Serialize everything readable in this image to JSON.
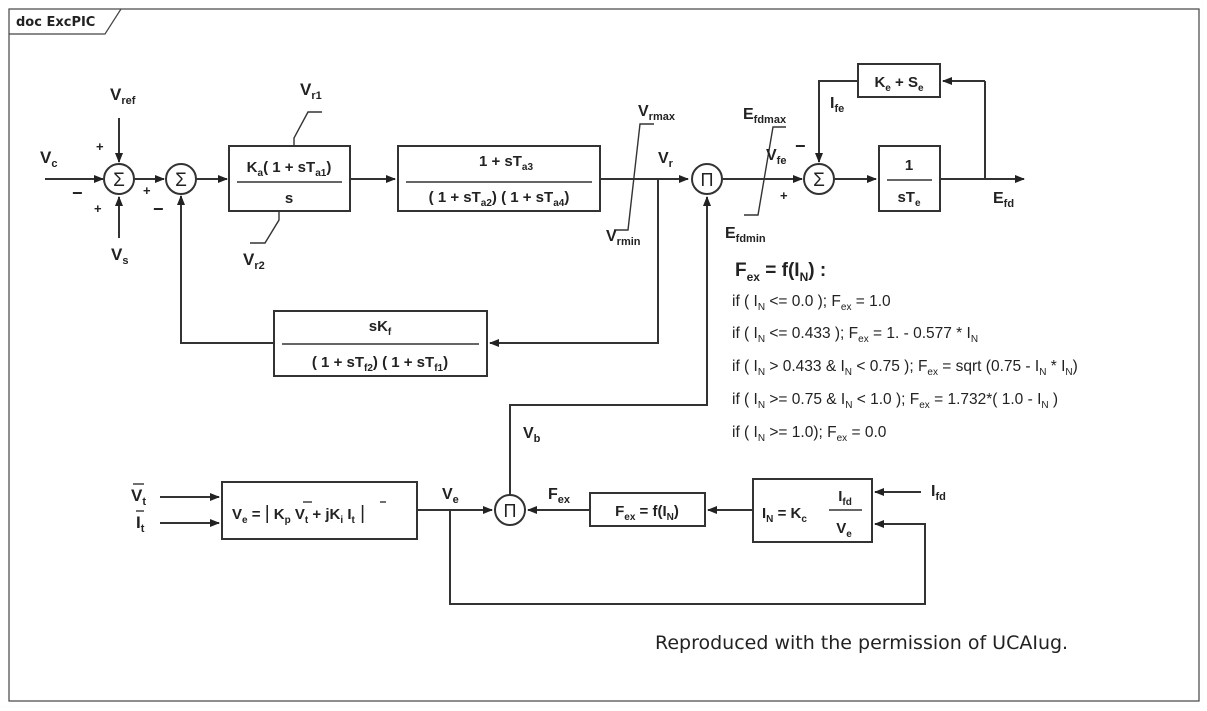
{
  "frame": {
    "title": "doc ExcPIC"
  },
  "labels": {
    "vc": "V",
    "vc_sub": "c",
    "vref": "V",
    "vref_sub": "ref",
    "vs": "V",
    "vs_sub": "s",
    "vr1": "V",
    "vr1_sub": "r1",
    "vr2": "V",
    "vr2_sub": "r2",
    "vrmax": "V",
    "vrmax_sub": "rmax",
    "vrmin": "V",
    "vrmin_sub": "rmin",
    "vr": "V",
    "vr_sub": "r",
    "efdmax": "E",
    "efdmax_sub": "fdmax",
    "efdmin": "E",
    "efdmin_sub": "fdmin",
    "vfe": "V",
    "vfe_sub": "fe",
    "ife": "I",
    "ife_sub": "fe",
    "efd": "E",
    "efd_sub": "fd",
    "vb": "V",
    "vb_sub": "b",
    "ve": "V",
    "ve_sub": "e",
    "fex": "F",
    "fex_sub": "ex",
    "ifd": "I",
    "ifd_sub": "fd",
    "vt": "V",
    "vt_sub": "t",
    "it": "I",
    "it_sub": "t"
  },
  "signs": {
    "plus": "+",
    "minus": "−"
  },
  "symbols": {
    "sum": "Σ",
    "product": "Π"
  },
  "blocks": {
    "ka": {
      "n1": "K",
      "n1_sub": "a",
      "n2": "( 1 + sT",
      "n2_sub": "a1",
      "n3": ")",
      "den": "s"
    },
    "lead": {
      "n1": "1 + sT",
      "n1_sub": "a3",
      "d1": "( 1 + sT",
      "d1_sub": "a2",
      "d2": ") ( 1 + sT",
      "d2_sub": "a4",
      "d3": ")"
    },
    "kese": {
      "t1": "K",
      "t1_sub": "e",
      "t2": " + S",
      "t2_sub": "e"
    },
    "te": {
      "num": "1",
      "d1": "sT",
      "d1_sub": "e"
    },
    "kf": {
      "n1": "sK",
      "n1_sub": "f",
      "d1": "( 1 + sT",
      "d1_sub": "f2",
      "d2": ") ( 1 + sT",
      "d2_sub": "f1",
      "d3": ")"
    },
    "ve_eq": {
      "t1": "V",
      "t1_sub": "e",
      "t2": " =  ",
      "bar1": "|",
      "t3": " K",
      "t3_sub": "p",
      "t4": " V",
      "t4_sub": "t",
      "t5": " +  jK",
      "t5_sub": "i",
      "t6": " I",
      "t6_sub": "t",
      "bar2": " |"
    },
    "fex_fn": {
      "t1": "F",
      "t1_sub": "ex",
      "t2": " = f(I",
      "t2_sub": "N",
      "t3": ")"
    },
    "in_eq": {
      "t1": "I",
      "t1_sub": "N",
      "t2": " = K",
      "t2_sub": "c",
      "num": "I",
      "num_sub": "fd",
      "den": "V",
      "den_sub": "e"
    }
  },
  "fex_title": {
    "t1": "F",
    "t1_sub": "ex",
    "t2": " = f(I",
    "t2_sub": "N",
    "t3": ") :"
  },
  "fex_rules": [
    {
      "a": "if  ( I",
      "a_sub": "N",
      "b": " <= 0.0 ); F",
      "b_sub": "ex",
      "c": " = 1.0"
    },
    {
      "a": "if  ( I",
      "a_sub": "N",
      "b": " <= 0.433 ); F",
      "b_sub": "ex",
      "c": " = 1. - 0.577 * I",
      "c_sub": "N"
    },
    {
      "a": "if  ( I",
      "a_sub": "N",
      "b": " > 0.433  &  I",
      "b_sub": "N",
      "c": " < 0.75 ); F",
      "c_sub": "ex",
      "d": " = sqrt (0.75 - I",
      "d_sub": "N",
      "e": " * I",
      "e_sub": "N",
      "f": ")"
    },
    {
      "a": "if  (  I",
      "a_sub": "N",
      "b": " >=  0.75  &  I",
      "b_sub": "N",
      "c": " < 1.0 ); F",
      "c_sub": "ex",
      "d": " = 1.732*( 1.0 - I",
      "d_sub": "N",
      "e": " )"
    },
    {
      "a": "if   ( I",
      "a_sub": "N",
      "b": " >= 1.0); F",
      "b_sub": "ex",
      "c": " = 0.0"
    }
  ],
  "footnote": "Reproduced with the permission of UCAIug."
}
